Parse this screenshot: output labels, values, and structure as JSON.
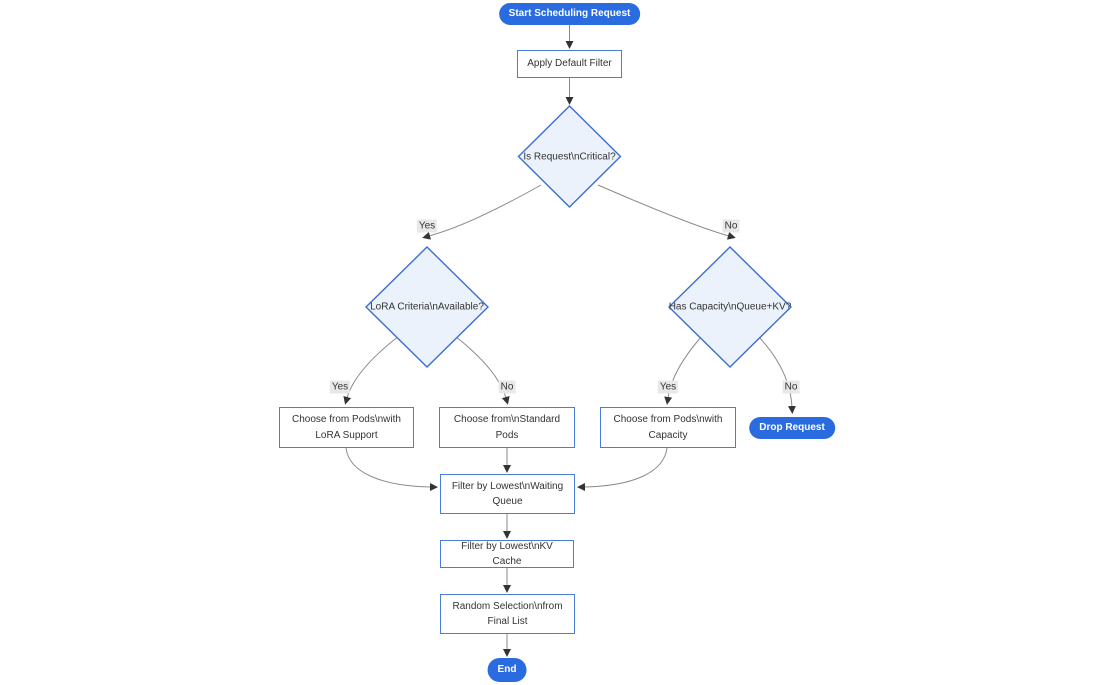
{
  "diagram": {
    "type": "flowchart",
    "direction": "top-down",
    "nodes": {
      "start": {
        "label": "Start Scheduling Request",
        "shape": "stadium"
      },
      "apply_filter": {
        "label": "Apply Default Filter",
        "shape": "rect"
      },
      "is_critical": {
        "label": "Is Request\\nCritical?",
        "shape": "diamond"
      },
      "lora_criteria": {
        "label": "LoRA Criteria\\nAvailable?",
        "shape": "diamond"
      },
      "has_capacity": {
        "label": "Has Capacity\\nQueue+KV?",
        "shape": "diamond"
      },
      "choose_lora_pods": {
        "label": "Choose from Pods\\nwith LoRA Support",
        "shape": "rect"
      },
      "choose_standard_pods": {
        "label": "Choose from\\nStandard Pods",
        "shape": "rect"
      },
      "choose_capacity_pods": {
        "label": "Choose from Pods\\nwith Capacity",
        "shape": "rect"
      },
      "drop_request": {
        "label": "Drop Request",
        "shape": "stadium"
      },
      "filter_waiting_queue": {
        "label": "Filter by Lowest\\nWaiting Queue",
        "shape": "rect"
      },
      "filter_kv_cache": {
        "label": "Filter by Lowest\\nKV Cache",
        "shape": "rect"
      },
      "random_selection": {
        "label": "Random Selection\\nfrom Final List",
        "shape": "rect"
      },
      "end": {
        "label": "End",
        "shape": "stadium"
      }
    },
    "edge_labels": {
      "critical_yes": "Yes",
      "critical_no": "No",
      "lora_yes": "Yes",
      "lora_no": "No",
      "capacity_yes": "Yes",
      "capacity_no": "No"
    },
    "colors": {
      "accent_fill": "#2a6ce0",
      "rect_border": "#4a7dd8",
      "diamond_fill": "#ebf2fb",
      "diamond_border": "#3b6fd1",
      "edge_line": "#8a8a8a",
      "arrowhead": "#333333",
      "edge_label_bg": "#e8e8e8",
      "text": "#333333",
      "background": "#ffffff"
    }
  }
}
